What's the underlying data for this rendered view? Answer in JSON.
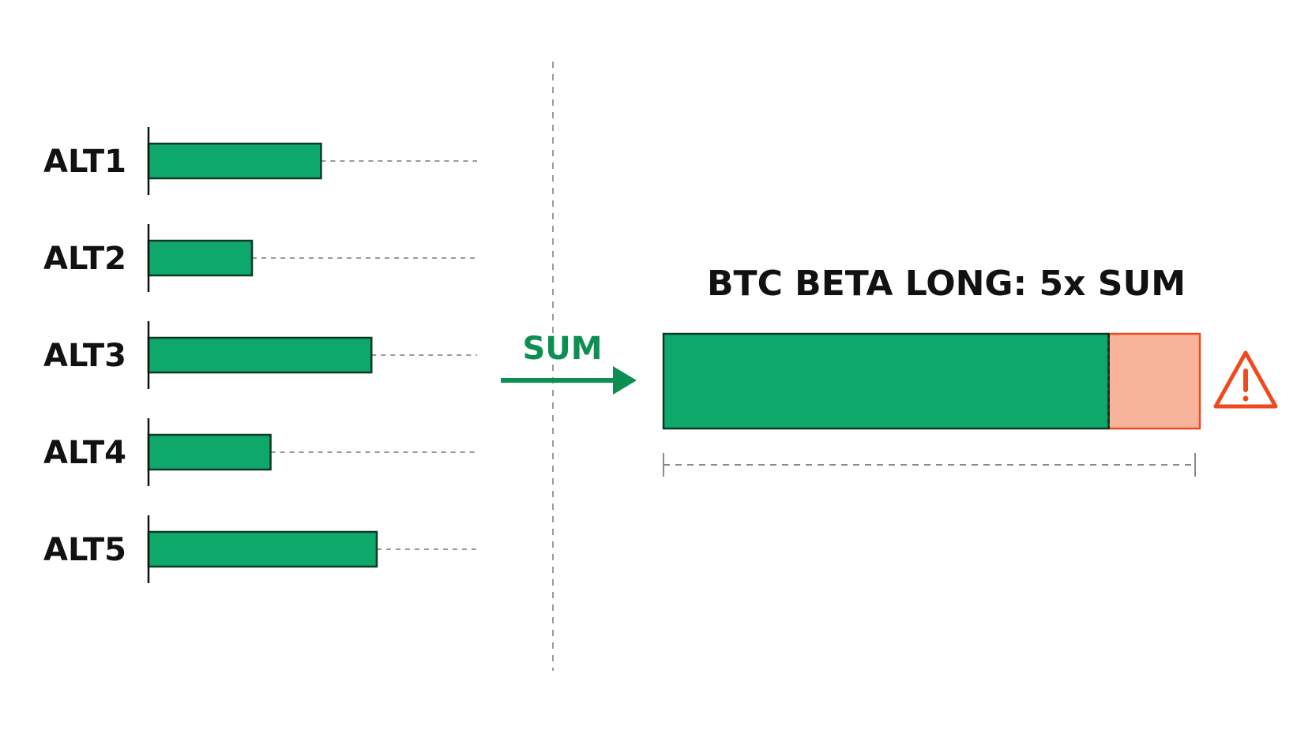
{
  "diagram": {
    "alts": [
      {
        "label": "ALT1",
        "value": 0.65
      },
      {
        "label": "ALT2",
        "value": 0.39
      },
      {
        "label": "ALT3",
        "value": 0.84
      },
      {
        "label": "ALT4",
        "value": 0.46
      },
      {
        "label": "ALT5",
        "value": 0.86
      }
    ],
    "sum_label": "SUM",
    "result_title": "BTC BETA LONG: 5x SUM",
    "result_fill_fraction": 0.83,
    "colors": {
      "bar_green": "#0ea86b",
      "bar_outline": "#0c3b26",
      "arrow_green": "#0e8f52",
      "excess_fill": "#f8b49a",
      "excess_outline": "#ef4a1f",
      "warning": "#ef4a1f",
      "guide_gray": "#9a9a9a"
    },
    "icons": {
      "arrow": "right-arrow-icon",
      "warning": "warning-triangle-icon"
    }
  }
}
